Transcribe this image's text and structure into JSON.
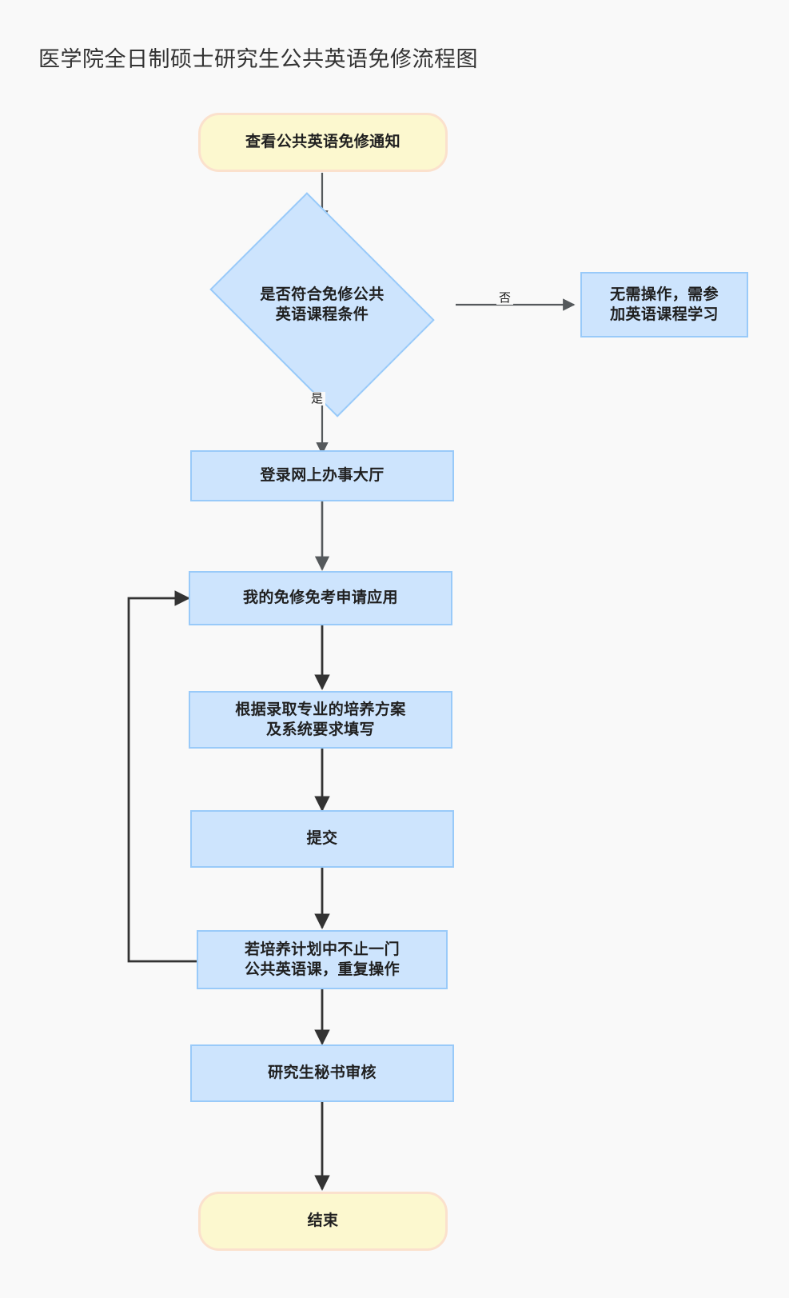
{
  "page": {
    "title": "医学院全日制硕士研究生公共英语免修流程图",
    "background_color": "#f9f9f9"
  },
  "theme": {
    "process_fill": "#cde4fd",
    "process_stroke": "#99caf9",
    "terminal_fill": "#fcf8cf",
    "terminal_stroke": "#fbe1cd",
    "edge_color_upper": "#55595c",
    "edge_color_lower": "#333333",
    "text_color": "#202020",
    "title_color": "#333333"
  },
  "nodes": [
    {
      "id": "start",
      "type": "terminal",
      "label": "查看公共英语免修通知"
    },
    {
      "id": "decision",
      "type": "decision",
      "label": "是否符合免修公共\n英语课程条件"
    },
    {
      "id": "no_action",
      "type": "process",
      "label": "无需操作，需参\n加英语课程学习"
    },
    {
      "id": "login",
      "type": "process",
      "label": "登录网上办事大厅"
    },
    {
      "id": "app",
      "type": "process",
      "label": "我的免修免考申请应用"
    },
    {
      "id": "fill",
      "type": "process",
      "label": "根据录取专业的培养方案\n及系统要求填写"
    },
    {
      "id": "submit",
      "type": "process",
      "label": "提交"
    },
    {
      "id": "repeat",
      "type": "process",
      "label": "若培养计划中不止一门\n公共英语课，重复操作"
    },
    {
      "id": "review",
      "type": "process",
      "label": "研究生秘书审核"
    },
    {
      "id": "end",
      "type": "terminal",
      "label": "结束"
    }
  ],
  "edges": [
    {
      "from": "start",
      "to": "decision",
      "label": ""
    },
    {
      "from": "decision",
      "to": "no_action",
      "label": "否"
    },
    {
      "from": "decision",
      "to": "login",
      "label": "是"
    },
    {
      "from": "login",
      "to": "app",
      "label": ""
    },
    {
      "from": "app",
      "to": "fill",
      "label": ""
    },
    {
      "from": "fill",
      "to": "submit",
      "label": ""
    },
    {
      "from": "submit",
      "to": "repeat",
      "label": ""
    },
    {
      "from": "repeat",
      "to": "app",
      "label": ""
    },
    {
      "from": "repeat",
      "to": "review",
      "label": ""
    },
    {
      "from": "review",
      "to": "end",
      "label": ""
    }
  ],
  "edge_labels": {
    "no": "否",
    "yes": "是"
  }
}
